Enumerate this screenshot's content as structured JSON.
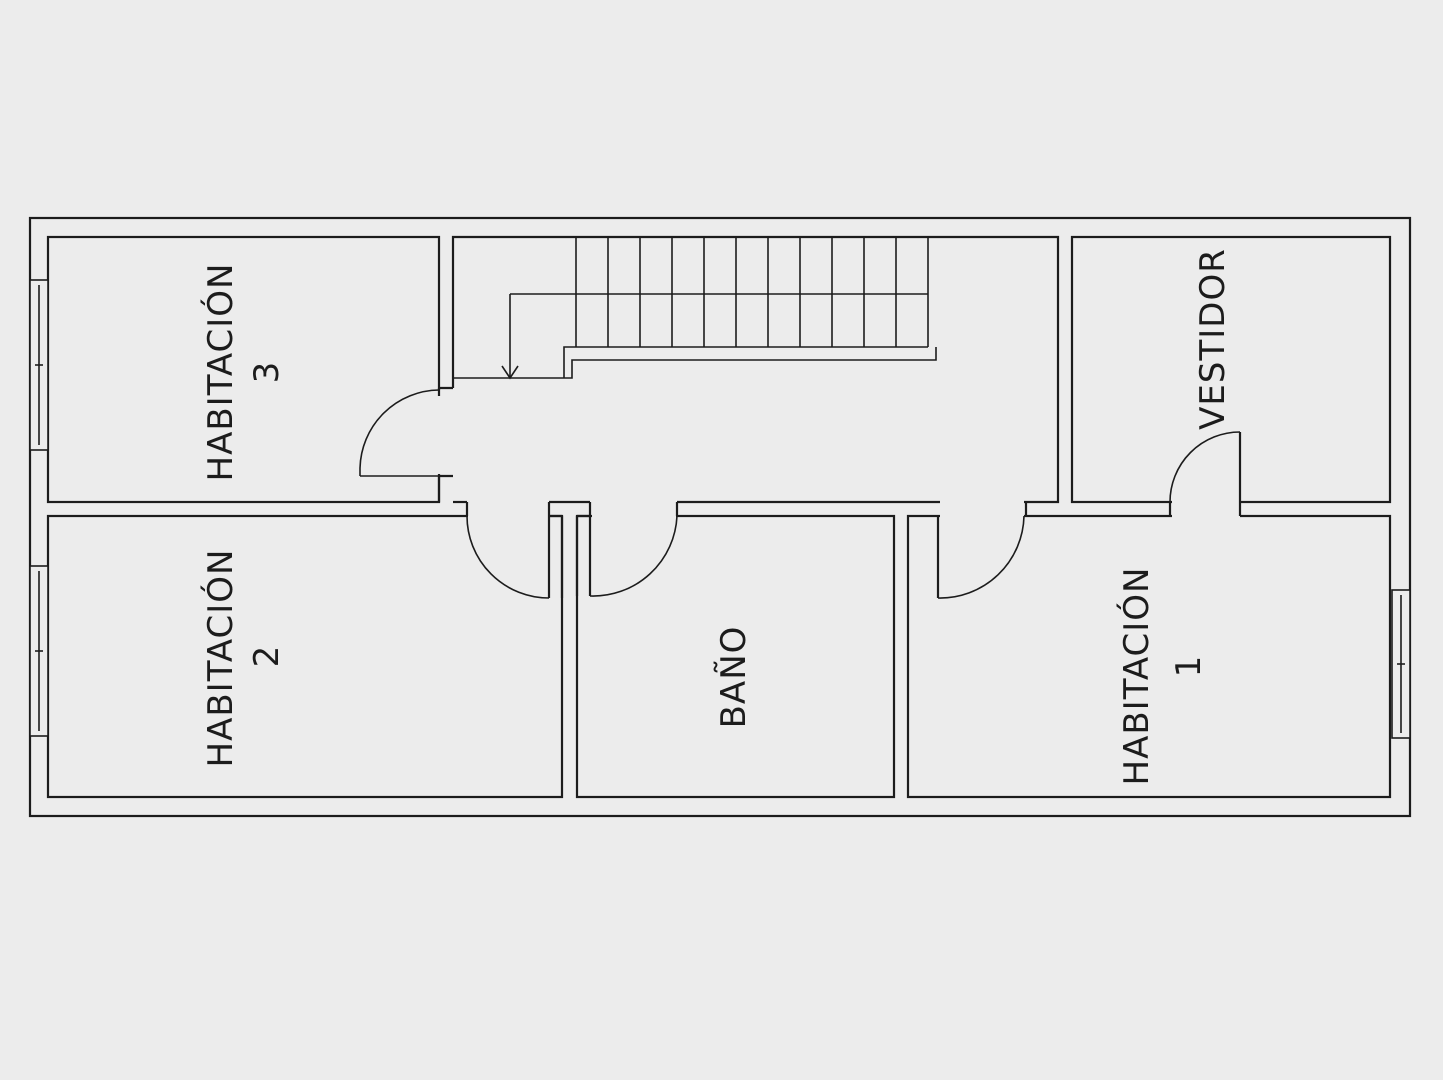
{
  "rooms": {
    "habitacion3": {
      "name": "HABITACIÓN",
      "number": "3"
    },
    "habitacion2": {
      "name": "HABITACIÓN",
      "number": "2"
    },
    "bano": {
      "name": "BAÑO"
    },
    "habitacion1": {
      "name": "HABITACIÓN",
      "number": "1"
    },
    "vestidor": {
      "name": "VESTIDOR"
    }
  },
  "colors": {
    "background": "#ececec",
    "line": "#1c1c1c"
  }
}
